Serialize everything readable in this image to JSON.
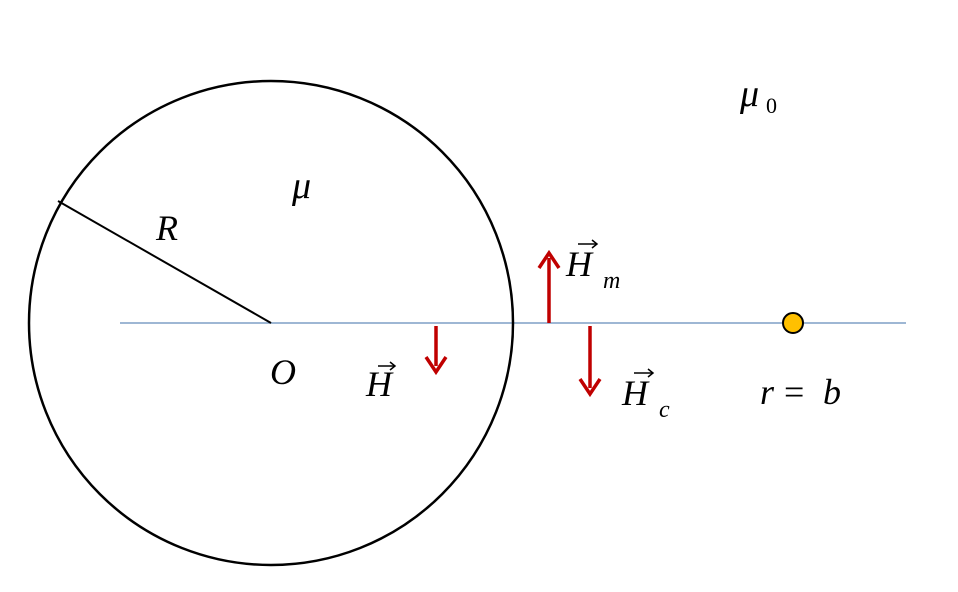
{
  "labels": {
    "mu0": {
      "sym": "μ",
      "sub": "0"
    },
    "mu": "μ",
    "R": "R",
    "O": "O",
    "H": {
      "vec": "⃗",
      "sym": "H"
    },
    "Hm": {
      "sym": "H",
      "sub": "m"
    },
    "Hc": {
      "sym": "H",
      "sub": "c"
    },
    "rb": {
      "left": "r",
      "eq": "=",
      "right": "b"
    }
  },
  "colors": {
    "axis": "#7f9fc6",
    "circle": "#000000",
    "arrows": "#c00000",
    "point_fill": "#ffc000",
    "point_stroke": "#000000"
  }
}
